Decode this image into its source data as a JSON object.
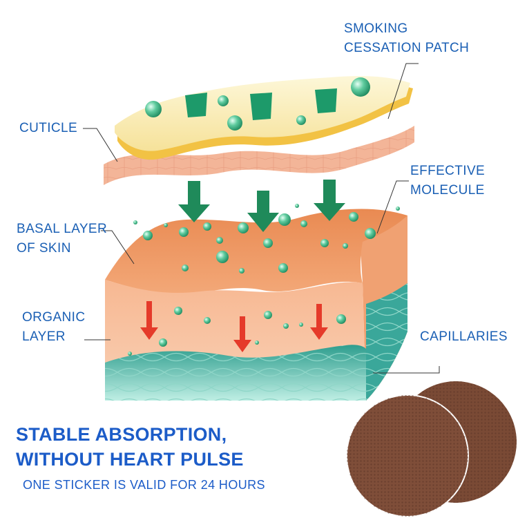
{
  "labels": {
    "patch": [
      "SMOKING",
      "CESSATION PATCH"
    ],
    "cuticle": [
      "CUTICLE"
    ],
    "effective_molecule": [
      "EFFECTIVE",
      "MOLECULE"
    ],
    "basal_layer": [
      "BASAL LAYER",
      "OF SKIN"
    ],
    "organic_layer": [
      "ORGANIC",
      "LAYER"
    ],
    "capillaries": [
      "CAPILLARIES"
    ]
  },
  "headline": [
    "STABLE ABSORPTION,",
    "WITHOUT HEART PULSE"
  ],
  "subline": "ONE STICKER IS VALID FOR 24 HOURS",
  "colors": {
    "label_blue": "#1a5fb4",
    "patch_top": "#fbf2c4",
    "patch_edge": "#f1c14c",
    "cuticle": "#f6c0a4",
    "skin_orange": "#f2a06c",
    "skin_front": "#f7c3a4",
    "capillary_teal": "#3aa79a",
    "molecule_green": "#2fa876",
    "arrow_green": "#1f8a5a",
    "arrow_red": "#e53a2a",
    "patch_sticker": "#7a4a35"
  },
  "icons": [
    "downward-arrow-icon",
    "molecule-bubble-icon",
    "patch-sticker-icon"
  ]
}
